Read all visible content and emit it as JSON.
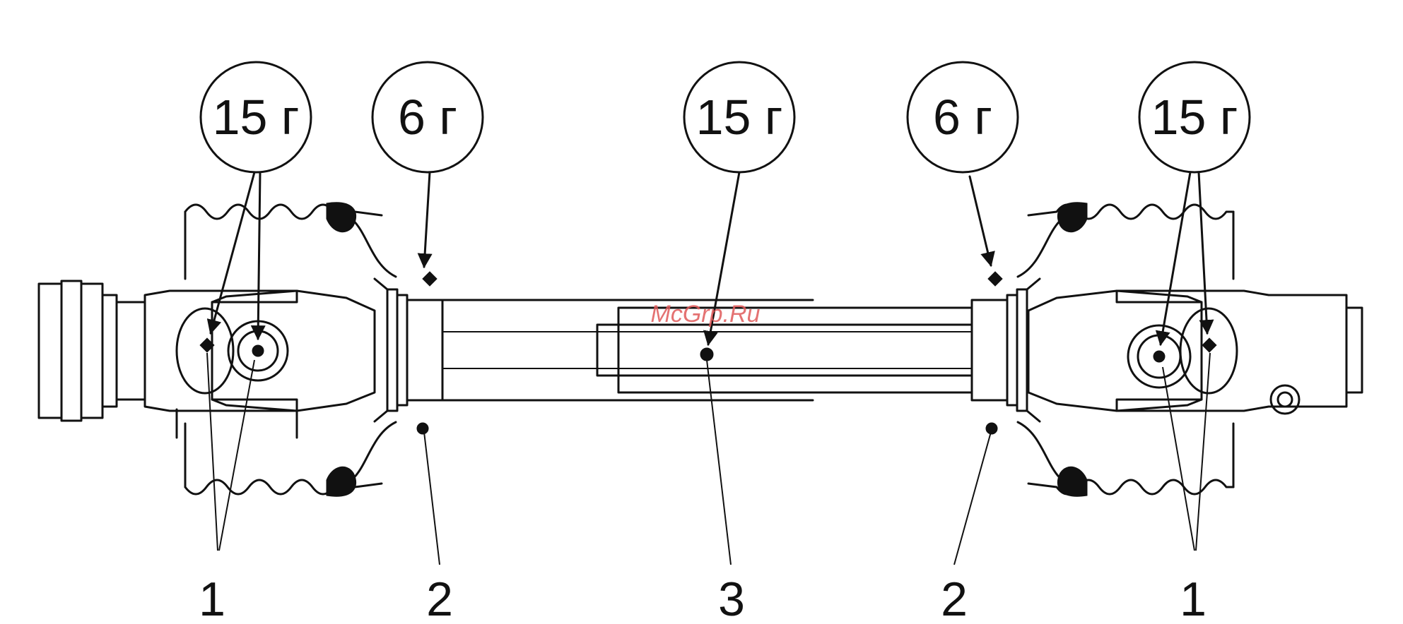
{
  "callouts": {
    "left_end": "15 г",
    "left_mid": "6 г",
    "center": "15 г",
    "right_mid": "6 г",
    "right_end": "15 г"
  },
  "numbers": {
    "left_end": "1",
    "left_mid": "2",
    "center": "3",
    "right_mid": "2",
    "right_end": "1"
  },
  "watermark": "McGrp.Ru"
}
